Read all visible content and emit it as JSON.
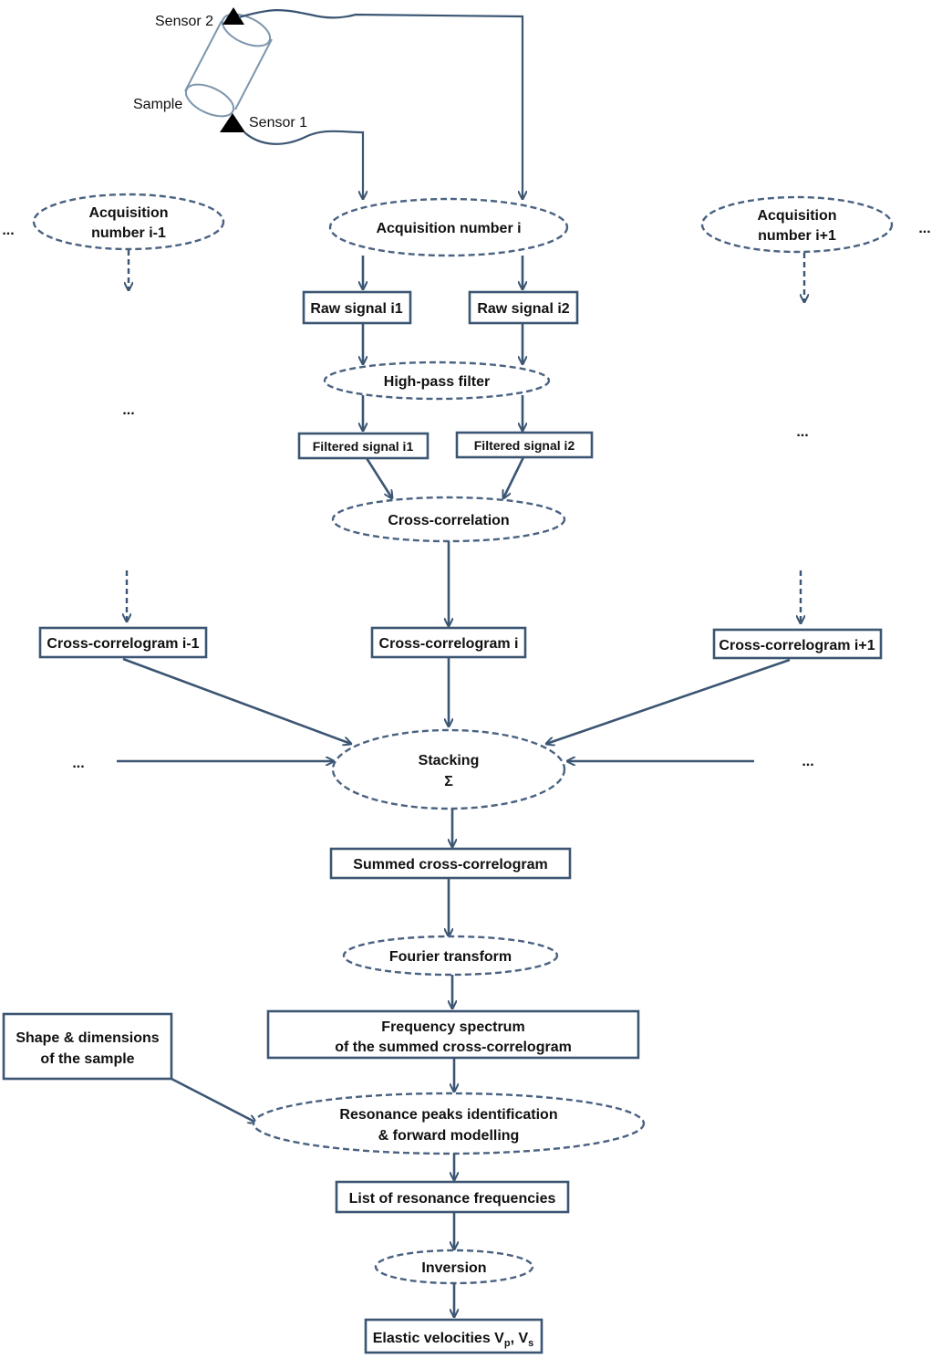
{
  "setup": {
    "sensor2": "Sensor 2",
    "sensor1": "Sensor 1",
    "sample": "Sample"
  },
  "nodes": {
    "acq_prev": [
      "Acquisition",
      "number i-1"
    ],
    "acq_i": "Acquisition number i",
    "acq_next": [
      "Acquisition",
      "number i+1"
    ],
    "raw1": "Raw signal i1",
    "raw2": "Raw signal i2",
    "highpass": "High-pass filter",
    "filt1": "Filtered signal i1",
    "filt2": "Filtered signal i2",
    "xcorr": "Cross-correlation",
    "cc_prev": "Cross-correlogram i-1",
    "cc_i": "Cross-correlogram i",
    "cc_next": "Cross-correlogram i+1",
    "stacking": "Stacking",
    "sigma": "Σ",
    "summed": "Summed cross-correlogram",
    "fourier": "Fourier transform",
    "spectrum": [
      "Frequency spectrum",
      "of the summed cross-correlogram"
    ],
    "shape": [
      "Shape & dimensions",
      "of the sample"
    ],
    "resonance": [
      "Resonance peaks identification",
      "& forward modelling"
    ],
    "list": "List of resonance frequencies",
    "inversion": "Inversion",
    "elastic_prefix": "Elastic velocities V",
    "elastic_p": "p",
    "elastic_sep": ", V",
    "elastic_s": "s"
  },
  "ellipsis": "..."
}
